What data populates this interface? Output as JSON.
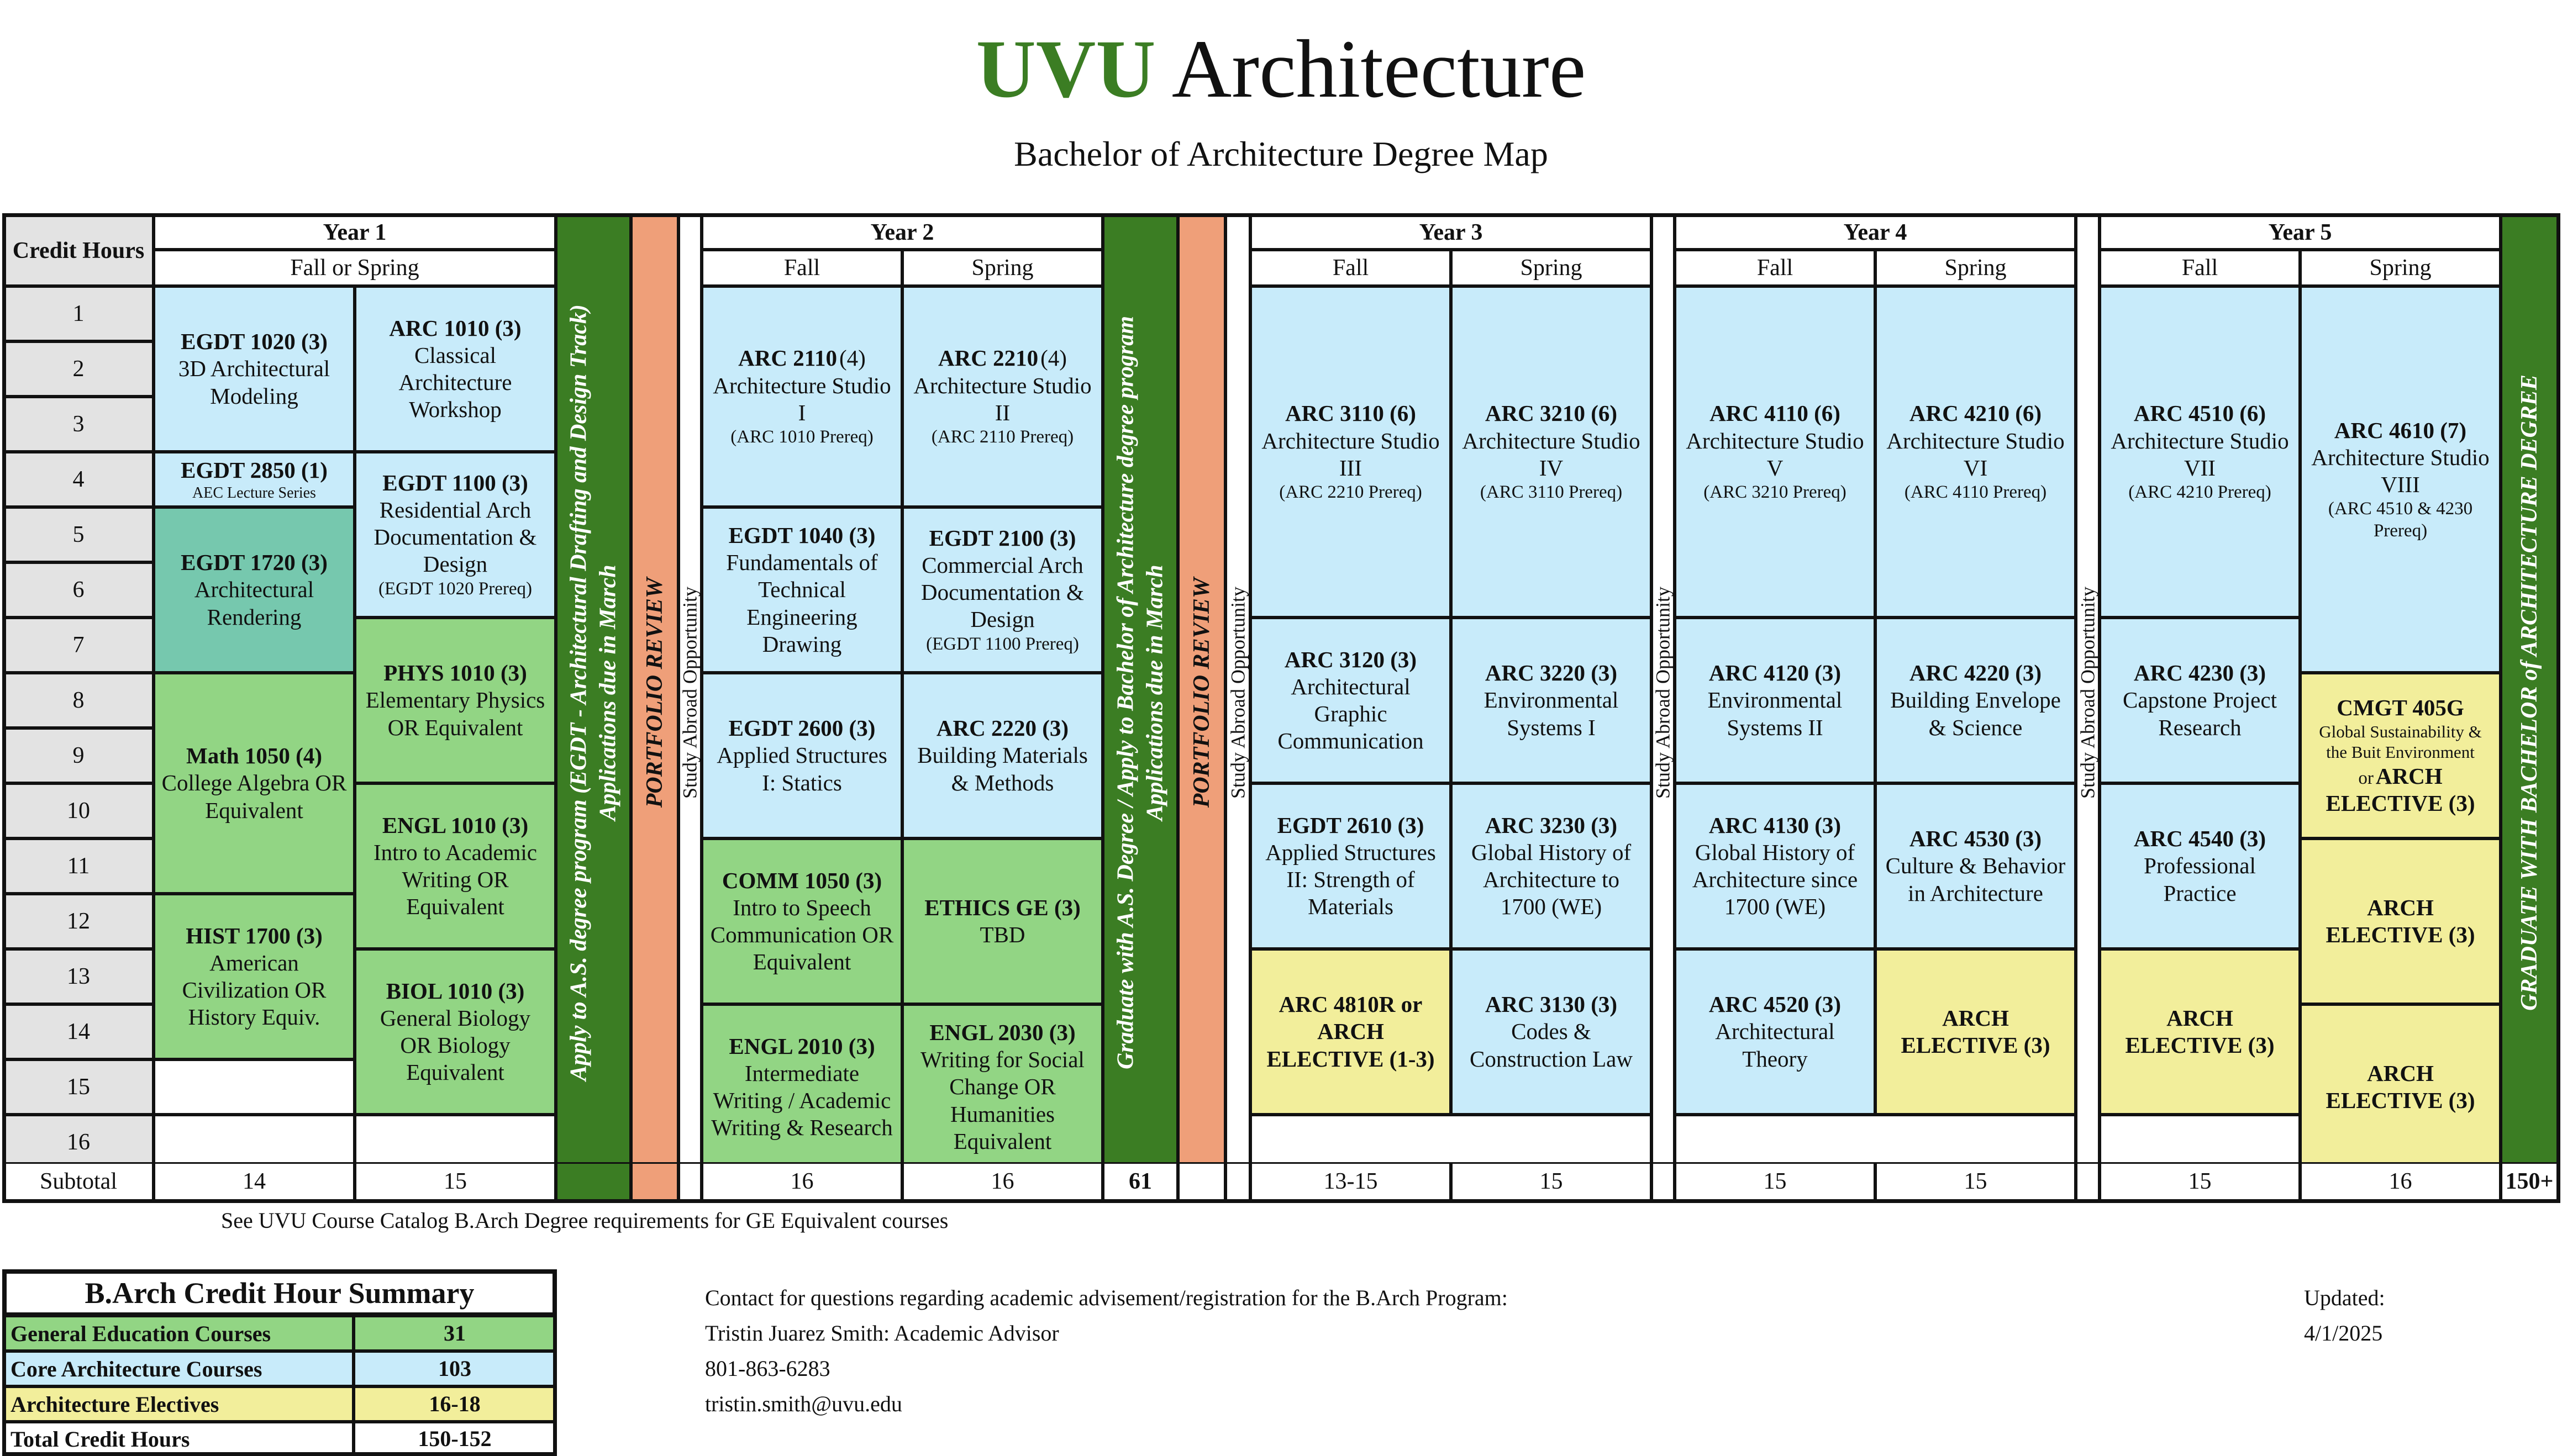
{
  "header": {
    "brand": "UVU",
    "title_rest": "Architecture",
    "subtitle": "Bachelor of Architecture Degree Map"
  },
  "colors": {
    "brand_green": "#3b7d23",
    "core_blue": "#c8ebfa",
    "gen_ed_green": "#92d584",
    "teal": "#76c8ae",
    "elective_yellow": "#f2ee9b",
    "portfolio_salmon": "#ef9f79"
  },
  "table": {
    "credit_hours_label": "Credit Hours",
    "rows": [
      "1",
      "2",
      "3",
      "4",
      "5",
      "6",
      "7",
      "8",
      "9",
      "10",
      "11",
      "12",
      "13",
      "14",
      "15",
      "16"
    ],
    "subtotal_label": "Subtotal",
    "years": [
      "Year 1",
      "Year 2",
      "Year 3",
      "Year 4",
      "Year 5"
    ],
    "fall_or_spring": "Fall or Spring",
    "fall": "Fall",
    "spring": "Spring",
    "side_labels": {
      "apply_as": "Apply to A.S. degree program (EGDT - Architectural Drafting and Design Track)",
      "apps_march": "Applications due in March",
      "portfolio": "PORTFOLIO REVIEW",
      "study_abroad": "Study Abroad Opportunity",
      "graduate_as": "Graduate with A.S. Degree / Apply to Bachelor of Architecture degree program",
      "graduate_barch": "GRADUATE WITH BACHELOR of ARCHITECTURE DEGREE"
    },
    "subtotals": {
      "y1a": "14",
      "y1b": "15",
      "y2f": "16",
      "y2s": "16",
      "as_total": "61",
      "y3f": "13-15",
      "y3s": "15",
      "y4f": "15",
      "y4s": "15",
      "y5f": "15",
      "y5s": "16",
      "total": "150+"
    },
    "courses": {
      "egdt1020": {
        "code": "EGDT 1020 (3)",
        "title": "3D Architectural Modeling"
      },
      "arc1010": {
        "code": "ARC 1010 (3)",
        "title": "Classical Architecture Workshop"
      },
      "egdt2850": {
        "code": "EGDT 2850 (1)",
        "note": "AEC Lecture Series"
      },
      "egdt1100": {
        "code": "EGDT 1100 (3)",
        "title": "Residential Arch Documentation & Design",
        "note": "(EGDT 1020 Prereq)"
      },
      "egdt1720": {
        "code": "EGDT 1720 (3)",
        "title": "Architectural Rendering"
      },
      "phys1010": {
        "code": "PHYS 1010 (3)",
        "title": "Elementary Physics OR Equivalent"
      },
      "math1050": {
        "code": "Math 1050 (4)",
        "title": "College Algebra OR Equivalent"
      },
      "engl1010": {
        "code": "ENGL 1010 (3)",
        "title": "Intro to Academic Writing OR Equivalent"
      },
      "hist1700": {
        "code": "HIST 1700 (3)",
        "title": "American Civilization OR History Equiv."
      },
      "biol1010": {
        "code": "BIOL 1010 (3)",
        "title": "General Biology OR Biology Equivalent"
      },
      "arc2110": {
        "code": "ARC 2110",
        "credits": "(4)",
        "title": "Architecture Studio I",
        "note": "(ARC 1010 Prereq)"
      },
      "arc2210": {
        "code": "ARC 2210",
        "credits": "(4)",
        "title": "Architecture Studio II",
        "note": "(ARC 2110 Prereq)"
      },
      "egdt1040": {
        "code": "EGDT 1040 (3)",
        "title": "Fundamentals of Technical Engineering Drawing"
      },
      "egdt2100": {
        "code": "EGDT 2100 (3)",
        "title": "Commercial Arch Documentation & Design",
        "note": "(EGDT 1100 Prereq)"
      },
      "egdt2600": {
        "code": "EGDT 2600 (3)",
        "title": "Applied Structures I: Statics"
      },
      "arc2220": {
        "code": "ARC 2220 (3)",
        "title": "Building Materials & Methods"
      },
      "comm1050": {
        "code": "COMM 1050 (3)",
        "title": "Intro to Speech Communication OR Equivalent"
      },
      "ethics": {
        "code": "ETHICS GE (3)",
        "title": "TBD"
      },
      "engl2010": {
        "code": "ENGL 2010 (3)",
        "title": "Intermediate Writing / Academic Writing & Research"
      },
      "engl2030": {
        "code": "ENGL 2030 (3)",
        "title": "Writing for Social Change OR Humanities Equivalent"
      },
      "arc3110": {
        "code": "ARC 3110 (6)",
        "title": "Architecture Studio III",
        "note": "(ARC 2210 Prereq)"
      },
      "arc3210": {
        "code": "ARC 3210 (6)",
        "title": "Architecture Studio IV",
        "note": "(ARC 3110 Prereq)"
      },
      "arc3120": {
        "code": "ARC 3120 (3)",
        "title": "Architectural Graphic Communication"
      },
      "arc3220": {
        "code": "ARC 3220 (3)",
        "title": "Environmental Systems I"
      },
      "egdt2610": {
        "code": "EGDT 2610 (3)",
        "title": "Applied Structures II: Strength of Materials"
      },
      "arc3230": {
        "code": "ARC 3230 (3)",
        "title": "Global History of Architecture to 1700 (WE)"
      },
      "arc4810": {
        "code": "ARC 4810R or ARCH ELECTIVE (1-3)"
      },
      "arc3130": {
        "code": "ARC 3130 (3)",
        "title": "Codes & Construction Law"
      },
      "arc4110": {
        "code": "ARC 4110 (6)",
        "title": "Architecture Studio V",
        "note": "(ARC 3210 Prereq)"
      },
      "arc4210": {
        "code": "ARC 4210 (6)",
        "title": "Architecture Studio VI",
        "note": "(ARC 4110 Prereq)"
      },
      "arc4120": {
        "code": "ARC 4120 (3)",
        "title": "Environmental Systems II"
      },
      "arc4220": {
        "code": "ARC 4220 (3)",
        "title": "Building Envelope & Science"
      },
      "arc4130": {
        "code": "ARC 4130 (3)",
        "title": "Global History of Architecture since 1700 (WE)"
      },
      "arc4530": {
        "code": "ARC 4530 (3)",
        "title": "Culture & Behavior in Architecture"
      },
      "arc4520": {
        "code": "ARC 4520 (3)",
        "title": "Architectural Theory"
      },
      "elective_y4": {
        "code": "ARCH ELECTIVE (3)"
      },
      "arc4510": {
        "code": "ARC 4510 (6)",
        "title": "Architecture Studio VII",
        "note": "(ARC 4210 Prereq)"
      },
      "arc4610": {
        "code": "ARC 4610 (7)",
        "title": "Architecture Studio VIII",
        "note": "(ARC 4510 & 4230 Prereq)"
      },
      "arc4230": {
        "code": "ARC 4230 (3)",
        "title": "Capstone Project Research"
      },
      "cmgt405g": {
        "code": "CMGT 405G",
        "note": "Global Sustainability & the Buit Environment",
        "or_text": "or",
        "elective": "ARCH ELECTIVE (3)"
      },
      "arc4540": {
        "code": "ARC 4540 (3)",
        "title": "Professional Practice"
      },
      "elective_y5a": {
        "code": "ARCH ELECTIVE (3)"
      },
      "elective_y5f": {
        "code": "ARCH ELECTIVE (3)"
      },
      "elective_y5b": {
        "code": "ARCH ELECTIVE (3)"
      }
    }
  },
  "footnote": "See UVU Course Catalog B.Arch Degree requirements for GE Equivalent courses",
  "summary": {
    "title": "B.Arch Credit Hour Summary",
    "rows": [
      {
        "label": "General Education Courses",
        "value": "31"
      },
      {
        "label": "Core Architecture Courses",
        "value": "103"
      },
      {
        "label": "Architecture Electives",
        "value": "16-18"
      },
      {
        "label": "Total Credit Hours",
        "value": "150-152"
      }
    ]
  },
  "contact": {
    "heading": "Contact for questions regarding academic advisement/registration for the B.Arch Program:",
    "name": "Tristin Juarez Smith: Academic Advisor",
    "phone": "801-863-6283",
    "email": "tristin.smith@uvu.edu"
  },
  "updated": {
    "label": "Updated:",
    "date": "4/1/2025"
  }
}
